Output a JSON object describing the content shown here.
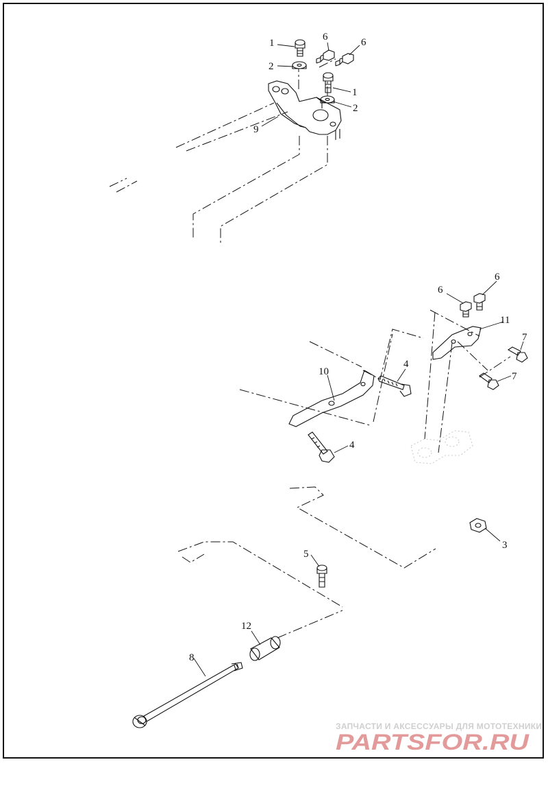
{
  "diagram": {
    "callouts": {
      "c1a": "1",
      "c6a": "6",
      "c6b": "6",
      "c2a": "2",
      "c1b": "1",
      "c2b": "2",
      "c9": "9",
      "c6c": "6",
      "c6d": "6",
      "c11": "11",
      "c7a": "7",
      "c4a": "4",
      "c10": "10",
      "c7b": "7",
      "c4b": "4",
      "c3": "3",
      "c5": "5",
      "c12": "12",
      "c8": "8"
    }
  },
  "watermark": {
    "tagline": "ЗАПЧАСТИ И АКСЕССУАРЫ ДЛЯ МОТОТЕХНИКИ",
    "logo_text": "PARTSFOR.RU",
    "color": "#e39a9a"
  }
}
